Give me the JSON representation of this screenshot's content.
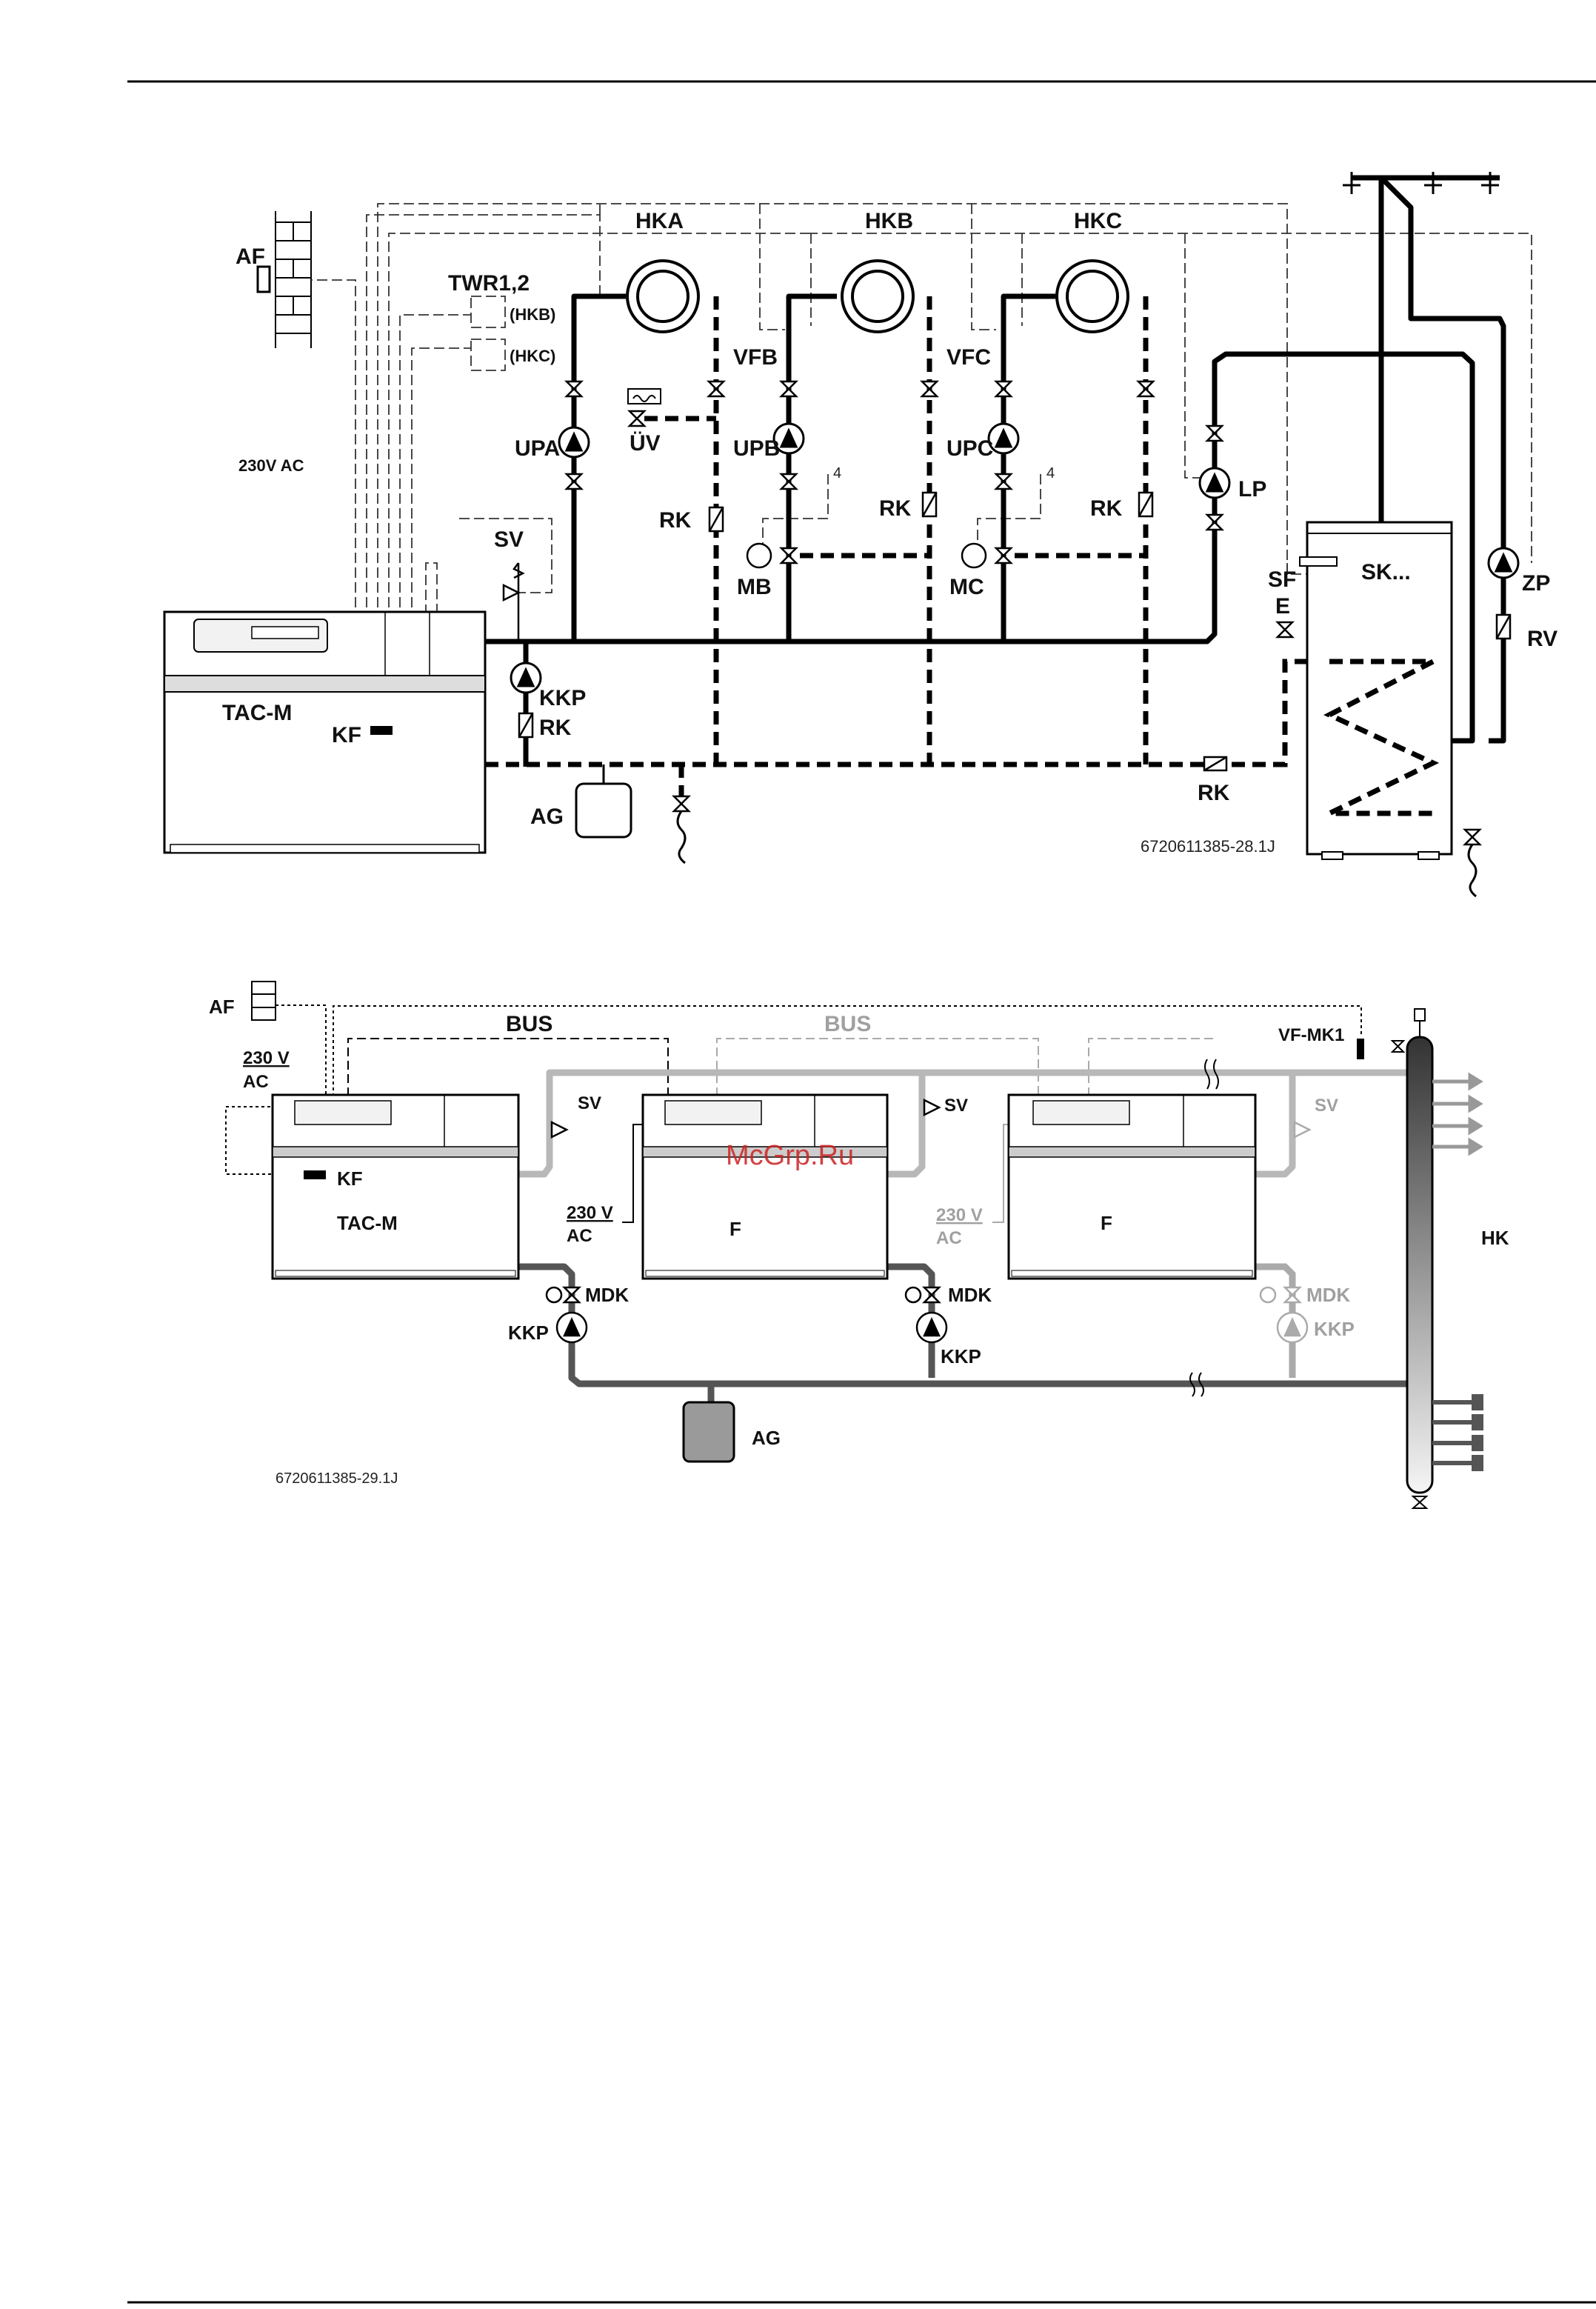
{
  "diagram1": {
    "labels": {
      "af": "AF",
      "twr": "TWR1,2",
      "hkb_paren": "(HKB)",
      "hkc_paren": "(HKC)",
      "hka": "HKA",
      "hkb": "HKB",
      "hkc": "HKC",
      "v230": "230V AC",
      "sv": "SV",
      "upa": "UPA",
      "uv": "ÜV",
      "vfb": "VFB",
      "upb": "UPB",
      "vfc": "VFC",
      "upc": "UPC",
      "lp": "LP",
      "rk": "RK",
      "mb": "MB",
      "mc": "MC",
      "sf": "SF",
      "e": "E",
      "sk": "SK...",
      "zp": "ZP",
      "rv": "RV",
      "tacm": "TAC-M",
      "kf": "KF",
      "kkp": "KKP",
      "ag": "AG",
      "num4": "4",
      "code": "6720611385-28.1J"
    }
  },
  "diagram2": {
    "labels": {
      "af": "AF",
      "bus": "BUS",
      "v230": "230 V",
      "ac": "AC",
      "vfmk1": "VF-MK1",
      "sv": "SV",
      "kf": "KF",
      "tacm": "TAC-M",
      "f": "F",
      "hk": "HK",
      "mdk": "MDK",
      "kkp": "KKP",
      "ag": "AG",
      "code": "6720611385-29.1J"
    }
  },
  "watermark": "McGrp.Ru"
}
